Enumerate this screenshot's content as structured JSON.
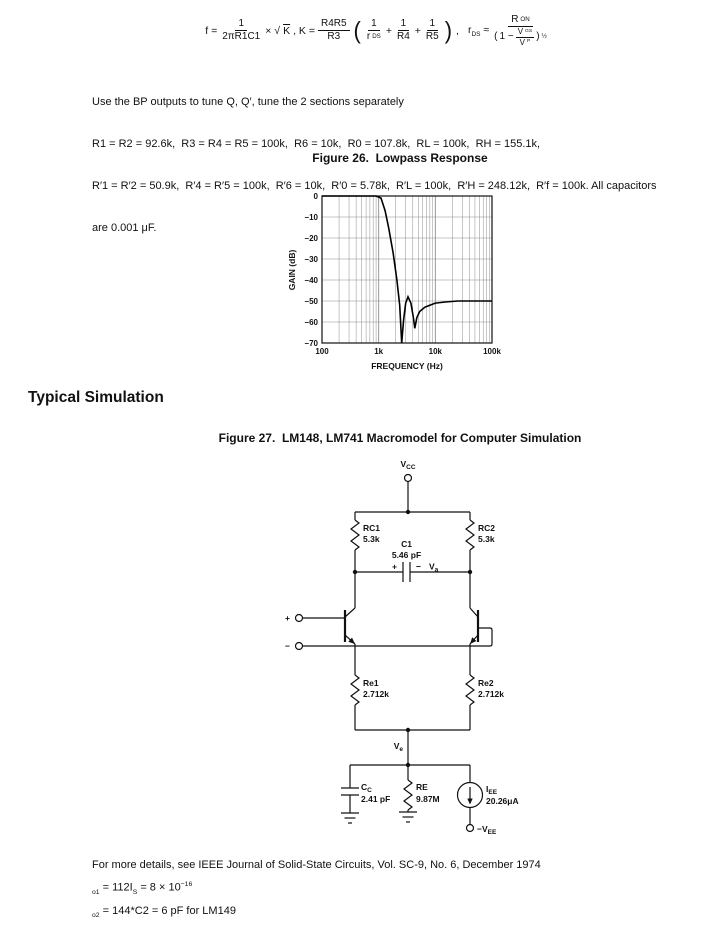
{
  "formula": {
    "f_eq": "f =",
    "f1n": "1",
    "f1d": "2πR1C1",
    "times_sqrt": "× √",
    "K_bar": "K",
    "comma_Keq": ", K =",
    "f2n": "R4R5",
    "f2d": "R3",
    "lp": "(",
    "rp": ")",
    "comma2": ",",
    "f3n": "1",
    "f3d_base": "r",
    "f3d_sub": "DS",
    "plus1": "+",
    "f4n": "1",
    "f4d": "R4",
    "plus2": "+",
    "f5n": "1",
    "f5d": "R5",
    "rds_base": "r",
    "rds_sub": "DS",
    "approx": "≈",
    "f6n_base": "R",
    "f6n_sub": "ON",
    "f6d_lp": "(",
    "f6d_one": "1 −",
    "f7n_base": "V",
    "f7n_sub": "GS",
    "f7d_base": "V",
    "f7d_sub": "P",
    "f6d_rp": ")",
    "f6d_exp": "½"
  },
  "intro": {
    "lines": [
      "Use the BP outputs to tune Q, Q′, tune the 2 sections separately",
      "R1 = R2 = 92.6k,  R3 = R4 = R5 = 100k,  R6 = 10k,  R0 = 107.8k,  RL = 100k,  RH = 155.1k,",
      "R′1 = R′2 = 50.9k,  R′4 = R′5 = 100k,  R′6 = 10k,  R′0 = 5.78k,  R′L = 100k,  R′H = 248.12k,  R′f = 100k. All capacitors",
      "are 0.001 μF."
    ]
  },
  "figures": {
    "fig26_title": "Figure 26.  Lowpass Response",
    "fig27_title": "Figure 27.  LM148, LM741 Macromodel for Computer Simulation"
  },
  "sections": {
    "typical_simulation": "Typical Simulation"
  },
  "chart_data": {
    "type": "line",
    "title": "Figure 26. Lowpass Response",
    "xlabel": "FREQUENCY (Hz)",
    "ylabel": "GAIN (dB)",
    "x_scale": "log",
    "xlim": [
      100,
      100000
    ],
    "ylim": [
      -70,
      0
    ],
    "x_ticks": [
      {
        "value": 100,
        "label": "100"
      },
      {
        "value": 1000,
        "label": "1k"
      },
      {
        "value": 10000,
        "label": "10k"
      },
      {
        "value": 100000,
        "label": "100k"
      }
    ],
    "y_ticks": [
      0,
      -10,
      -20,
      -30,
      -40,
      -50,
      -60,
      -70
    ],
    "grid": "log minor vertical grid, 10 dB horizontal grid",
    "legend": "none",
    "series": [
      {
        "name": "lowpass gain",
        "points": [
          [
            100,
            0
          ],
          [
            200,
            0
          ],
          [
            300,
            0
          ],
          [
            500,
            0
          ],
          [
            700,
            0
          ],
          [
            900,
            0
          ],
          [
            1100,
            -1
          ],
          [
            1300,
            -7
          ],
          [
            1500,
            -15
          ],
          [
            1800,
            -27
          ],
          [
            2100,
            -40
          ],
          [
            2350,
            -52
          ],
          [
            2550,
            -70
          ],
          [
            2750,
            -59
          ],
          [
            3000,
            -51
          ],
          [
            3300,
            -48
          ],
          [
            3700,
            -51
          ],
          [
            4100,
            -58
          ],
          [
            4350,
            -63
          ],
          [
            4700,
            -58
          ],
          [
            5300,
            -55
          ],
          [
            6500,
            -53
          ],
          [
            8000,
            -52
          ],
          [
            10000,
            -51
          ],
          [
            15000,
            -50.5
          ],
          [
            25000,
            -50
          ],
          [
            50000,
            -50
          ],
          [
            100000,
            -50
          ]
        ]
      }
    ]
  },
  "circuit": {
    "vcc_base": "V",
    "vcc_sub": "CC",
    "rc1_name": "RC1",
    "rc1_value": "5.3k",
    "rc2_name": "RC2",
    "rc2_value": "5.3k",
    "c1_name": "C1",
    "c1_value": "5.46 pF",
    "c1_plus": "+",
    "c1_minus": "−",
    "va_base": "V",
    "va_sub": "a",
    "input_plus": "+",
    "input_minus": "−",
    "re1_name": "Re1",
    "re1_value": "2.712k",
    "re2_name": "Re2",
    "re2_value": "2.712k",
    "ve_base": "V",
    "ve_sub": "e",
    "cc_base": "C",
    "cc_sub": "C",
    "cc_value": "2.41 pF",
    "re_name": "RE",
    "re_value": "9.87M",
    "iee_base": "I",
    "iee_sub": "EE",
    "iee_value": "20.26μA",
    "vee_base": "−V",
    "vee_sub": "EE"
  },
  "footer": {
    "line1": "For more details, see IEEE Journal of Solid-State Circuits, Vol. SC-9, No. 6, December 1974",
    "o1_sub": "o1",
    "o1_mid": " = 112I",
    "o1_sub2": "S",
    "o1_mid2": " = 8 × 10",
    "o1_sup": "−16",
    "o2_sub": "o2",
    "o2_rest": " = 144*C2 = 6 pF for LM149"
  }
}
